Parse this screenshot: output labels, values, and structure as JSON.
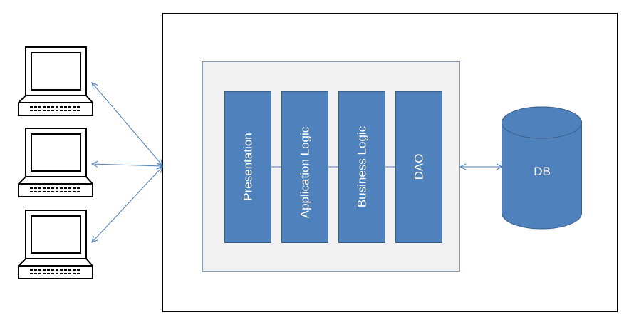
{
  "layers": [
    {
      "id": "presentation",
      "label": "Presentation"
    },
    {
      "id": "application-logic",
      "label": "Application Logic"
    },
    {
      "id": "business-logic",
      "label": "Business Logic"
    },
    {
      "id": "dao",
      "label": "DAO"
    }
  ],
  "database": {
    "label": "DB"
  },
  "clients": [
    {
      "id": "client-1"
    },
    {
      "id": "client-2"
    },
    {
      "id": "client-3"
    }
  ],
  "colors": {
    "layer_fill": "#4f81bd",
    "layer_stroke": "#3a5f8a",
    "container_fill": "#f2f2f2",
    "container_stroke": "#7f9db9",
    "server_stroke": "#000000",
    "arrow": "#4a7ebb",
    "computer": "#000000"
  },
  "icons": {
    "client": "computer-terminal-icon",
    "database": "database-cylinder-icon"
  }
}
